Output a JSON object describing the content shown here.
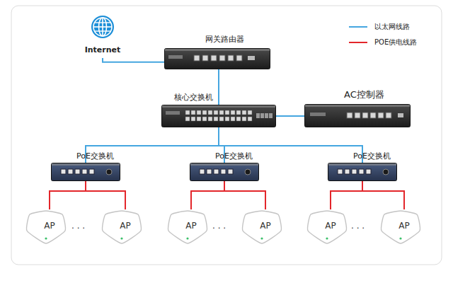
{
  "diagram": {
    "nodes": [
      {
        "text": [
          "Internet"
        ]
      },
      {
        "text": [
          "网关路由器"
        ]
      },
      {
        "text": [
          "核心交换机"
        ]
      },
      {
        "text": [
          "AC控制器"
        ]
      },
      {
        "text": [
          "PoE交换机"
        ]
      },
      {
        "text": [
          "PoE交换机"
        ]
      },
      {
        "text": [
          "PoE交换机"
        ]
      },
      {
        "text": [
          "AP"
        ]
      },
      {
        "text": [
          "AP"
        ]
      },
      {
        "text": [
          "AP"
        ]
      },
      {
        "text": [
          "AP"
        ]
      },
      {
        "text": [
          "AP"
        ]
      },
      {
        "text": [
          "AP"
        ]
      }
    ],
    "edges": [
      {
        "from": 0,
        "to": 1,
        "arrow": "none"
      },
      {
        "from": 1,
        "to": 2,
        "arrow": "none"
      },
      {
        "from": 2,
        "to": 3,
        "arrow": "none"
      },
      {
        "from": 2,
        "to": 4,
        "arrow": "none"
      },
      {
        "from": 2,
        "to": 5,
        "arrow": "none"
      },
      {
        "from": 2,
        "to": 6,
        "arrow": "none"
      },
      {
        "from": 4,
        "to": 7,
        "arrow": "none"
      },
      {
        "from": 4,
        "to": 8,
        "arrow": "none"
      },
      {
        "from": 5,
        "to": 9,
        "arrow": "none"
      },
      {
        "from": 5,
        "to": 10,
        "arrow": "none"
      },
      {
        "from": 6,
        "to": 11,
        "arrow": "none"
      },
      {
        "from": 6,
        "to": 12,
        "arrow": "none"
      }
    ],
    "labels": [
      "· · ·",
      "· · ·",
      "· · ·"
    ],
    "legend": [
      {
        "text": "以太网线路"
      },
      {
        "text": "POE供电线路"
      }
    ]
  }
}
